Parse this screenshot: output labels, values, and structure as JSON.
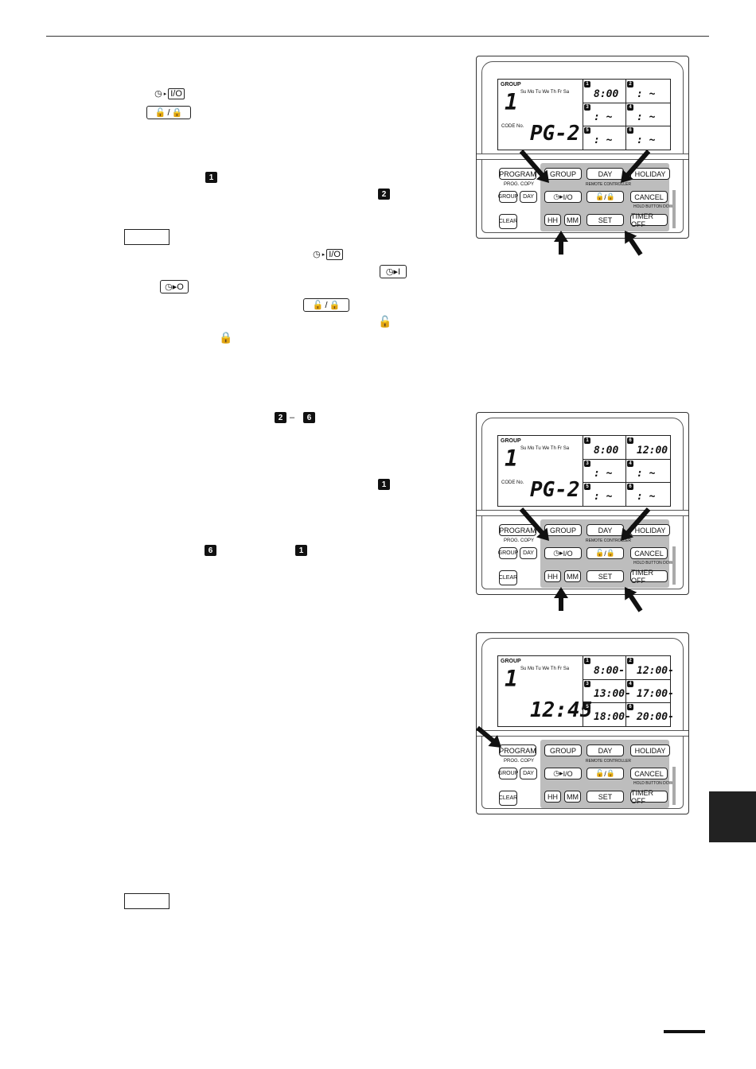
{
  "icons": {
    "clock_onoff": "clock-onoff-icon",
    "lock_toggle": "lock-toggle-icon",
    "step_badges": [
      "1",
      "2",
      "2",
      "6",
      "1",
      "6",
      "1"
    ]
  },
  "panels": [
    {
      "group_label": "GROUP",
      "group_num": "1",
      "days": "Su Mo Tu We Th Fr Sa",
      "code_label": "CODE No.",
      "main_display": "PG-2",
      "slots": [
        {
          "num": "1",
          "time": "8:00"
        },
        {
          "num": "2",
          "time": ": ~"
        },
        {
          "num": "3",
          "time": ": ~"
        },
        {
          "num": "4",
          "time": ": ~"
        },
        {
          "num": "5",
          "time": ": ~"
        },
        {
          "num": "6",
          "time": ": ~"
        }
      ]
    },
    {
      "group_label": "GROUP",
      "group_num": "1",
      "days": "Su Mo Tu We Th Fr Sa",
      "code_label": "CODE No.",
      "main_display": "PG-2",
      "slots": [
        {
          "num": "1",
          "time": "8:00"
        },
        {
          "num": "6",
          "time": "12:00"
        },
        {
          "num": "3",
          "time": ": ~"
        },
        {
          "num": "4",
          "time": ": ~"
        },
        {
          "num": "5",
          "time": ": ~"
        },
        {
          "num": "6",
          "time": ": ~"
        }
      ]
    },
    {
      "group_label": "GROUP",
      "group_num": "1",
      "days": "Su Mo Tu We Th Fr Sa",
      "code_label": "",
      "main_display": "12:45",
      "slots": [
        {
          "num": "1",
          "time": "8:00-"
        },
        {
          "num": "2",
          "time": "12:00-"
        },
        {
          "num": "3",
          "time": "13:00-"
        },
        {
          "num": "4",
          "time": "17:00-"
        },
        {
          "num": "5",
          "time": "18:00-"
        },
        {
          "num": "6",
          "time": "20:00-"
        }
      ]
    }
  ],
  "buttons": {
    "program": "PROGRAM",
    "group": "GROUP",
    "day": "DAY",
    "holiday": "HOLIDAY",
    "prog_copy": "PROG. COPY",
    "group_small": "GROUP",
    "day_small": "DAY",
    "clock_onoff": "I/O",
    "remote_controller": "REMOTE CONTROLLER",
    "lock": "/",
    "cancel": "CANCEL",
    "hold": "HOLD BUTTON DOWN",
    "clear": "CLEAR",
    "hh": "HH",
    "mm": "MM",
    "set": "SET",
    "timer_off": "TIMER OFF"
  }
}
